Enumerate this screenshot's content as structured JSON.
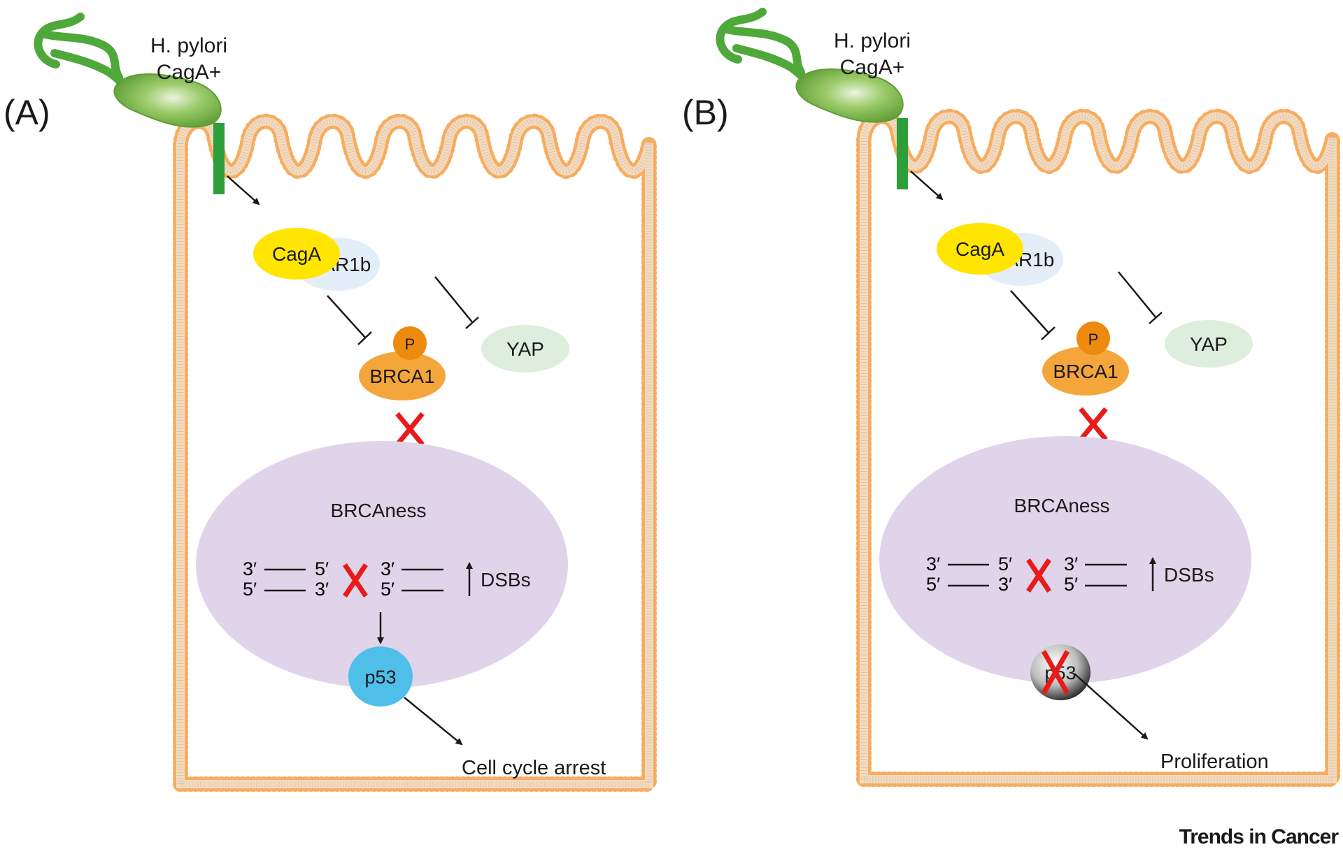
{
  "panels": [
    {
      "id": "A",
      "label": "(A)",
      "bacterium_line1": "H. pylori",
      "bacterium_line2": "CagA+",
      "cagA": "CagA",
      "par1b": "PAR1b",
      "yap": "YAP",
      "phospho": "P",
      "brca1": "BRCA1",
      "nucleus_title": "BRCAness",
      "dna_left_top_l": "3′",
      "dna_left_top_r": "5′",
      "dna_left_bot_l": "5′",
      "dna_left_bot_r": "3′",
      "dna_right_top": "3′",
      "dna_right_bot": "5′",
      "dsbs": "DSBs",
      "p53": "p53",
      "outcome": "Cell cycle arrest",
      "p53_active": true
    },
    {
      "id": "B",
      "label": "(B)",
      "bacterium_line1": "H. pylori",
      "bacterium_line2": "CagA+",
      "cagA": "CagA",
      "par1b": "PAR1b",
      "yap": "YAP",
      "phospho": "P",
      "brca1": "BRCA1",
      "nucleus_title": "BRCAness",
      "dna_left_top_l": "3′",
      "dna_left_top_r": "5′",
      "dna_left_bot_l": "5′",
      "dna_left_bot_r": "3′",
      "dna_right_top": "3′",
      "dna_right_bot": "5′",
      "dsbs": "DSBs",
      "p53": "p53",
      "outcome": "Proliferation",
      "p53_active": false
    }
  ],
  "journal": "Trends in Cancer",
  "colors": {
    "membrane": "#F4A95A",
    "membrane_tail": "#C8C8C8",
    "cell_fill": "#FFFFFF",
    "cagA": "#FFE500",
    "par1b": "#E3EEF8",
    "yap": "#DDEEDC",
    "brca1": "#F5A63A",
    "phospho": "#EE8A0E",
    "nucleus": "#E0D4EA",
    "p53_active": "#4FBFEA",
    "p53_inactive": "#3A3A3A",
    "red_x": "#E81A1A",
    "bacterium": "#7CC04A",
    "flagella": "#4FA83A",
    "injector": "#2E9E3A",
    "text": "#1A1A1A"
  }
}
